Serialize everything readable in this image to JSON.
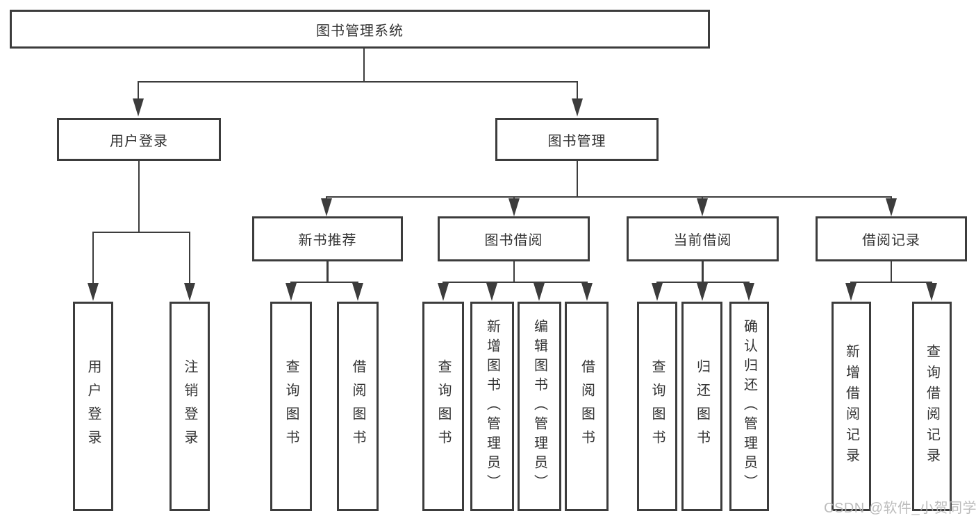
{
  "tree": {
    "root": {
      "label": "图书管理系统"
    },
    "branches": [
      {
        "label": "用户登录",
        "children": [
          {
            "label": "用户登录"
          },
          {
            "label": "注销登录"
          }
        ]
      },
      {
        "label": "图书管理",
        "children": [
          {
            "label": "新书推荐",
            "children": [
              {
                "label": "查询图书"
              },
              {
                "label": "借阅图书"
              }
            ]
          },
          {
            "label": "图书借阅",
            "children": [
              {
                "label": "查询图书"
              },
              {
                "label": "新增图书（管理员）"
              },
              {
                "label": "编辑图书（管理员）"
              },
              {
                "label": "借阅图书"
              }
            ]
          },
          {
            "label": "当前借阅",
            "children": [
              {
                "label": "查询图书"
              },
              {
                "label": "归还图书"
              },
              {
                "label": "确认归还（管理员）"
              }
            ]
          },
          {
            "label": "借阅记录",
            "children": [
              {
                "label": "新增借阅记录"
              },
              {
                "label": "查询借阅记录"
              }
            ]
          }
        ]
      }
    ]
  },
  "watermark": "CSDN @软件_小贺同学",
  "colors": {
    "line": "#3c3c3c",
    "node_border": "#3c3c3c",
    "text": "#333333",
    "watermark": "#b5b5b5",
    "background": "#ffffff"
  }
}
